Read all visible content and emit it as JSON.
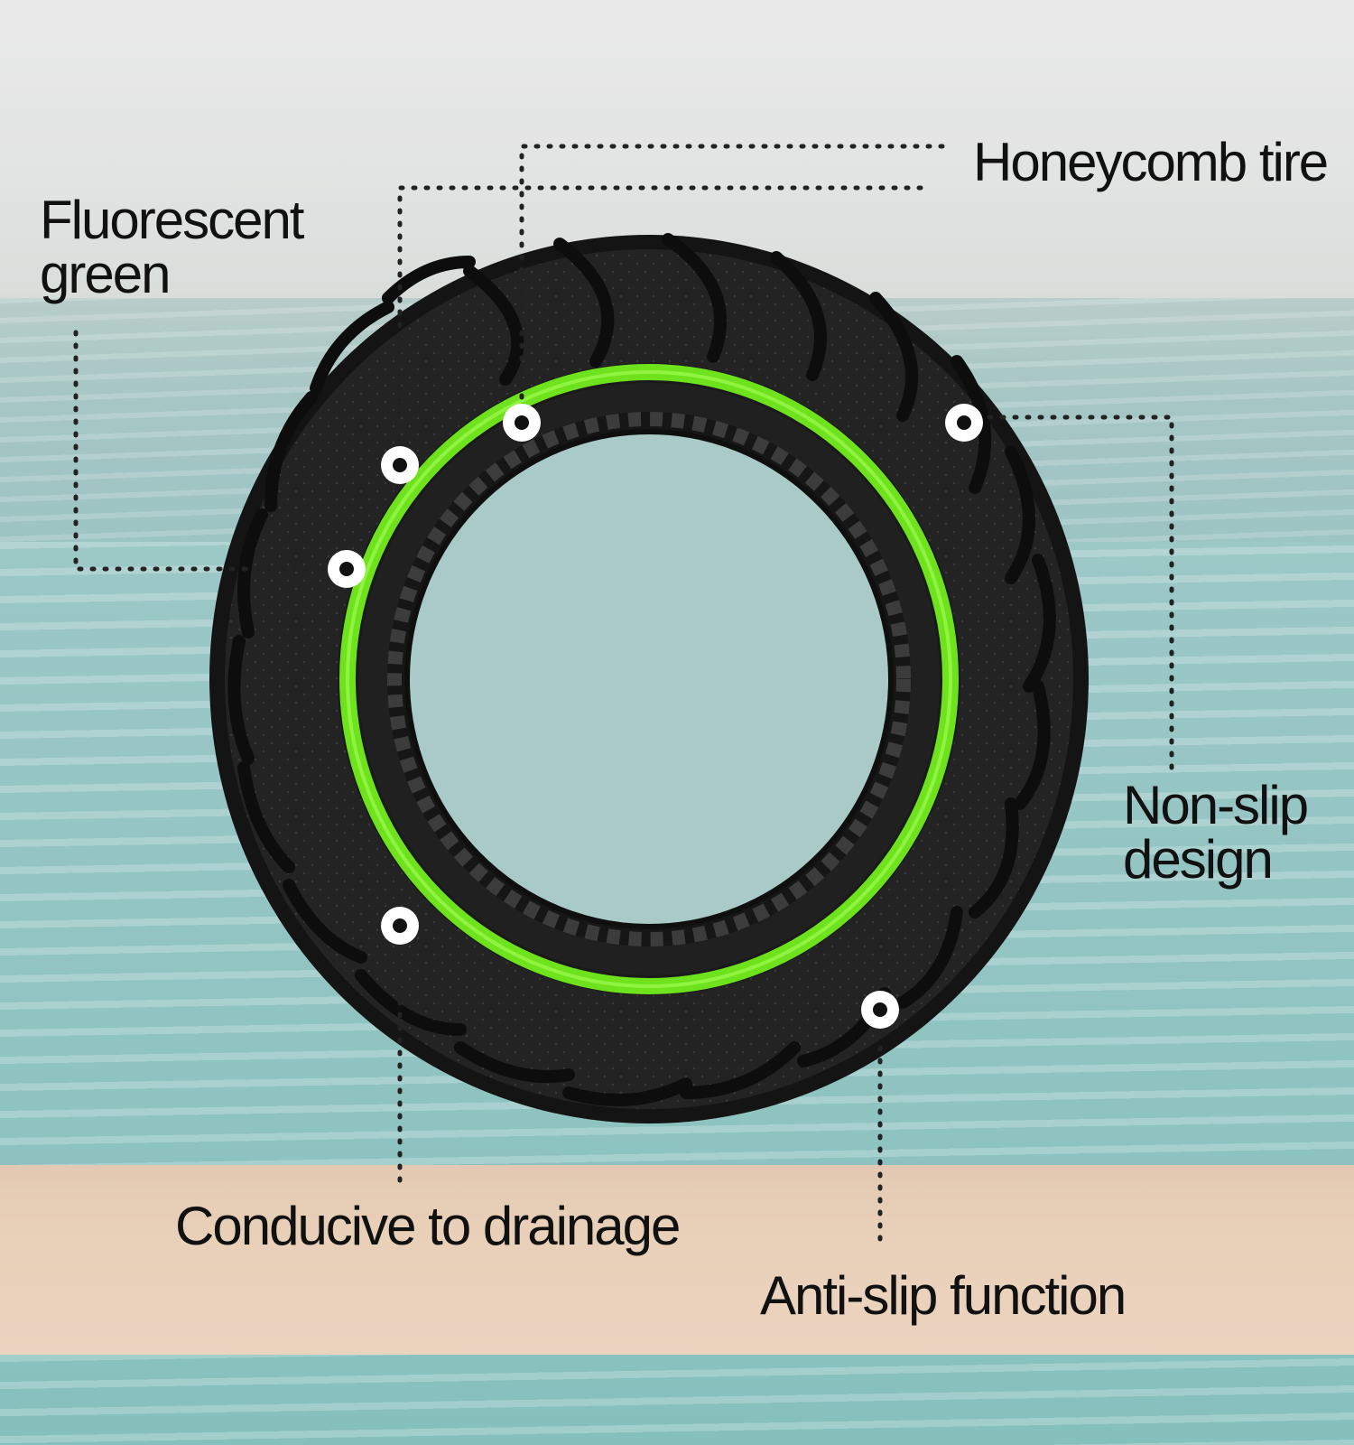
{
  "labels": {
    "honeycomb": "Honeycomb tire",
    "fluorescent_line1": "Fluorescent",
    "fluorescent_line2": "green",
    "nonslip_line1": "Non-slip",
    "nonslip_line2": "design",
    "drainage": "Conducive to drainage",
    "antislip": "Anti-slip function"
  },
  "colors": {
    "tire": "#1b1b1b",
    "tread": "#2c2c2c",
    "ring": "#6ee21c",
    "marker": "#ffffff",
    "leader": "#222222"
  }
}
